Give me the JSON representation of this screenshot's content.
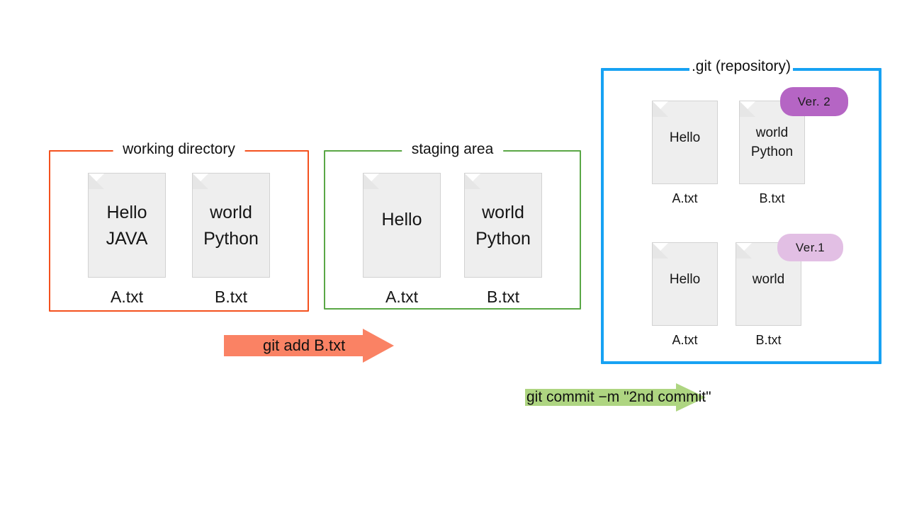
{
  "diagram": {
    "title": "git add / git commit workflow",
    "colors": {
      "working_directory_border": "#f4511e",
      "staging_area_border": "#5aa746",
      "repository_border": "#17a2f3",
      "file_card_fill": "#eeeeee",
      "file_card_border": "#d2d2d2",
      "add_arrow": "#fa8264",
      "commit_arrow": "#aed581",
      "ver2_badge": "#b565c4",
      "ver1_badge": "#e2bfe4",
      "background": "#ffffff"
    }
  },
  "panels": {
    "working_directory": {
      "title": "working directory",
      "files": [
        {
          "lines": [
            "Hello",
            "JAVA"
          ],
          "label": "A.txt"
        },
        {
          "lines": [
            "world",
            "Python"
          ],
          "label": "B.txt"
        }
      ]
    },
    "staging_area": {
      "title": "staging area",
      "files": [
        {
          "lines": [
            "Hello"
          ],
          "label": "A.txt"
        },
        {
          "lines": [
            "world",
            "Python"
          ],
          "label": "B.txt"
        }
      ]
    },
    "repository": {
      "title": ".git (repository)",
      "commits": [
        {
          "badge": "Ver. 2",
          "files": [
            {
              "lines": [
                "Hello"
              ],
              "label": "A.txt"
            },
            {
              "lines": [
                "world",
                "Python"
              ],
              "label": "B.txt"
            }
          ]
        },
        {
          "badge": "Ver.1",
          "files": [
            {
              "lines": [
                "Hello"
              ],
              "label": "A.txt"
            },
            {
              "lines": [
                "world"
              ],
              "label": "B.txt"
            }
          ]
        }
      ]
    }
  },
  "arrows": {
    "add": {
      "label": "git add B.txt"
    },
    "commit": {
      "label": "git commit −m \"2nd commit\""
    }
  }
}
